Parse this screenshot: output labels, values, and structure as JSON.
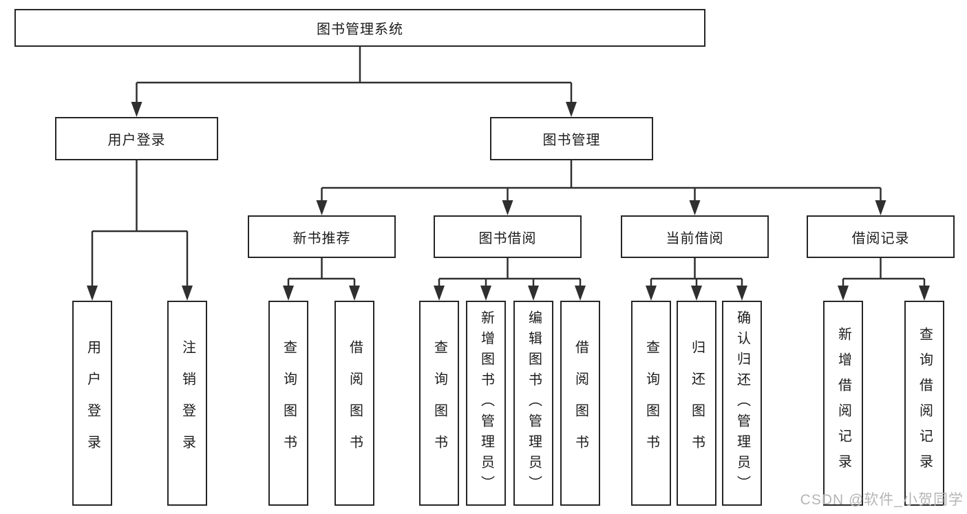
{
  "diagram": {
    "root": {
      "label": "图书管理系统"
    },
    "level2": [
      {
        "label": "用户登录"
      },
      {
        "label": "图书管理"
      }
    ],
    "level3": [
      {
        "label": "新书推荐"
      },
      {
        "label": "图书借阅"
      },
      {
        "label": "当前借阅"
      },
      {
        "label": "借阅记录"
      }
    ],
    "leaves": [
      {
        "label": "用户登录"
      },
      {
        "label": "注销登录"
      },
      {
        "label": "查询图书"
      },
      {
        "label": "借阅图书"
      },
      {
        "label": "查询图书"
      },
      {
        "label": "新增图书（管理员）"
      },
      {
        "label": "编辑图书（管理员）"
      },
      {
        "label": "借阅图书"
      },
      {
        "label": "查询图书"
      },
      {
        "label": "归还图书"
      },
      {
        "label": "确认归还（管理员）"
      },
      {
        "label": "新增借阅记录"
      },
      {
        "label": "查询借阅记录"
      }
    ]
  },
  "watermark": {
    "text": "CSDN @软件_小贺同学"
  },
  "colors": {
    "line": "#2f2f2f",
    "border": "#262626",
    "text": "#1c1c1c",
    "watermark": "#b5b5b5",
    "background": "#ffffff"
  }
}
